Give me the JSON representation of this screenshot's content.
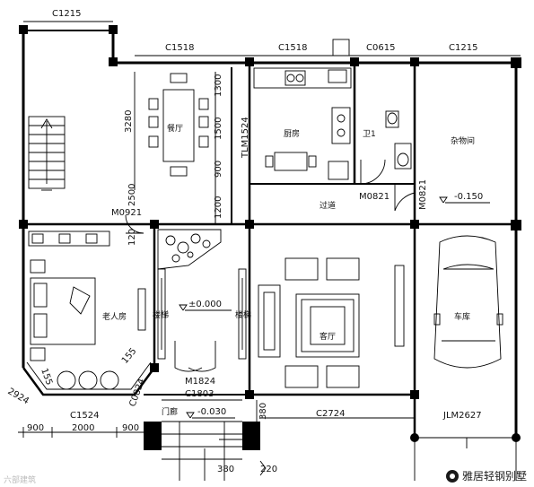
{
  "window_labels": {
    "c1215_top_left": "C1215",
    "c1518_dining": "C1518",
    "c1518_kitchen": "C1518",
    "c0615": "C0615",
    "c1215_top_right": "C1215",
    "c1524": "C1524",
    "c2724": "C2724",
    "c1803": "C1803",
    "c0824": "C0824"
  },
  "door_labels": {
    "tlm1524": "TLM1524",
    "m0921": "M0921",
    "m0821_wc": "M0821",
    "m0821_vert": "M0821",
    "m1824": "M1824",
    "jlm2627": "JLM2627"
  },
  "rooms": {
    "dining": "餐厅",
    "kitchen": "厨房",
    "wc": "卫1",
    "storage": "杂物间",
    "corridor": "过道",
    "elderly_room": "老人房",
    "living": "客厅",
    "garage": "车库",
    "entry": "门廊",
    "stairs_left": "楼梯",
    "stairs_right": "楼梯"
  },
  "levels": {
    "main": "±0.000",
    "garage": "-0.150",
    "porch": "-0.030"
  },
  "dimensions": {
    "d3280": "3280",
    "d1300": "1300",
    "d1500": "1500",
    "d900": "900",
    "d1200": "1200",
    "d2500": "2500",
    "d120": "120",
    "d155_a": "155",
    "d155_b": "155",
    "d2924": "2924",
    "d900_left": "900",
    "d2000": "2000",
    "d900_right": "900",
    "d380_vert": "380",
    "d380_h": "380",
    "d220": "220"
  },
  "watermarks": {
    "left": "六部建筑",
    "right": "雅居轻钢别墅"
  }
}
